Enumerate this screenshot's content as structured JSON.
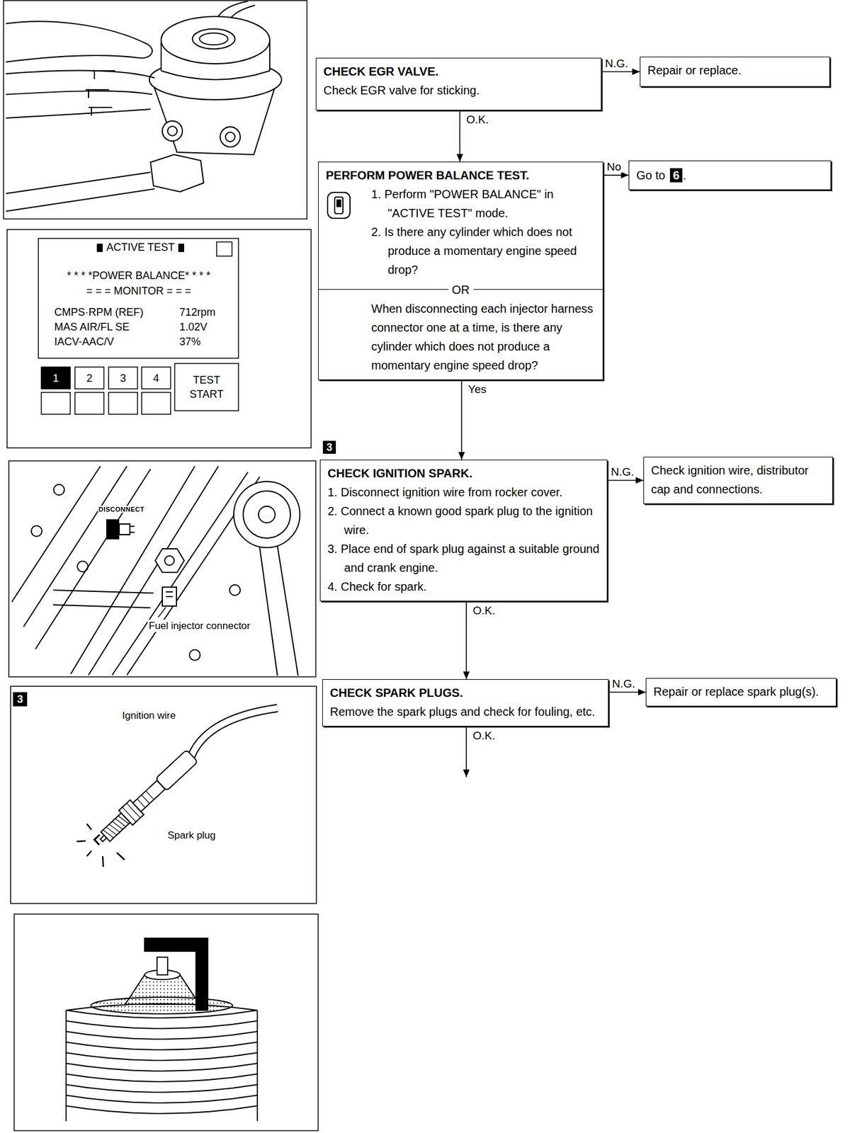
{
  "diagram": {
    "nodes": [
      {
        "text": [
          "CHECK EGR VALVE.",
          "Check EGR valve for sticking."
        ]
      },
      {
        "text": [
          "Repair or replace."
        ]
      },
      {
        "text": [
          "PERFORM POWER BALANCE TEST.",
          "1. Perform \"POWER BALANCE\" in \"ACTIVE TEST\" mode.",
          "2. Is there any cylinder which does not produce a momentary engine speed drop?",
          "OR",
          "When disconnecting each injector harness connector one at a time, is there any cylinder which does not produce a momentary engine speed drop?"
        ]
      },
      {
        "text": [
          "Go to",
          "6",
          "."
        ]
      },
      {
        "text": [
          "CHECK IGNITION SPARK.",
          "1. Disconnect ignition wire from rocker cover.",
          "2. Connect a known good spark plug to the ignition wire.",
          "3. Place end of spark plug against a suitable ground and crank engine.",
          "4. Check for spark."
        ]
      },
      {
        "text": [
          "Check ignition wire, distributor cap and connections."
        ]
      },
      {
        "text": [
          "CHECK SPARK PLUGS.",
          "Remove the spark plugs and check for fouling, etc."
        ]
      },
      {
        "text": [
          "Repair or replace spark plug(s)."
        ]
      }
    ],
    "edges": [
      {
        "from": 0,
        "to": 1,
        "label": "N.G.",
        "arrow": "to"
      },
      {
        "from": 0,
        "to": 2,
        "label": "O.K.",
        "arrow": "to"
      },
      {
        "from": 2,
        "to": 3,
        "label": "No",
        "arrow": "to"
      },
      {
        "from": 2,
        "to": 4,
        "label": "Yes",
        "arrow": "to"
      },
      {
        "from": 4,
        "to": 5,
        "label": "N.G.",
        "arrow": "to"
      },
      {
        "from": 4,
        "to": 6,
        "label": "O.K.",
        "arrow": "to"
      },
      {
        "from": 6,
        "to": 7,
        "label": "N.G.",
        "arrow": "to"
      }
    ],
    "labels": [
      "ACTIVE TEST",
      "* * * *POWER BALANCE* * * *",
      "= = = MONITOR = = =",
      "CMPS·RPM (REF)",
      "712rpm",
      "MAS AIR/FL SE",
      "1.02V",
      "IACV-AAC/V",
      "37%",
      "1",
      "2",
      "3",
      "4",
      "TEST START",
      "DISCONNECT",
      "Fuel injector connector",
      "3",
      "Ignition wire",
      "Spark plug",
      "3",
      "O.K."
    ]
  }
}
